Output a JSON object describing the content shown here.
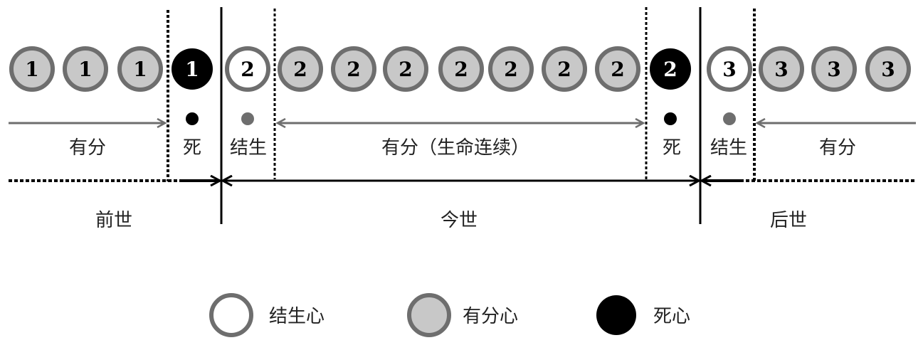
{
  "colors": {
    "bhavanga_fill": "#c8c8c8",
    "ring": "#6e6e6e",
    "death": "#000000",
    "rebirth_fill": "#ffffff",
    "arrow_gray": "#6e6e6e"
  },
  "moments": [
    {
      "num": "1",
      "type": "bhavanga"
    },
    {
      "num": "1",
      "type": "bhavanga"
    },
    {
      "num": "1",
      "type": "bhavanga"
    },
    {
      "num": "1",
      "type": "death"
    },
    {
      "num": "2",
      "type": "rebirth"
    },
    {
      "num": "2",
      "type": "bhavanga"
    },
    {
      "num": "2",
      "type": "bhavanga"
    },
    {
      "num": "2",
      "type": "bhavanga"
    },
    {
      "num": "2",
      "type": "bhavanga"
    },
    {
      "num": "2",
      "type": "bhavanga"
    },
    {
      "num": "2",
      "type": "bhavanga"
    },
    {
      "num": "2",
      "type": "bhavanga"
    },
    {
      "num": "2",
      "type": "death"
    },
    {
      "num": "3",
      "type": "rebirth"
    },
    {
      "num": "3",
      "type": "bhavanga"
    },
    {
      "num": "3",
      "type": "bhavanga"
    },
    {
      "num": "3",
      "type": "bhavanga"
    }
  ],
  "segment_labels": {
    "bhavanga_prev": "有分",
    "death_1": "死",
    "rebirth_2": "结生",
    "bhavanga_life": "有分（生命连续）",
    "death_2": "死",
    "rebirth_3": "结生",
    "bhavanga_next": "有分"
  },
  "life_labels": {
    "past": "前世",
    "present": "今世",
    "future": "后世"
  },
  "legend": [
    {
      "type": "rebirth",
      "label": "结生心"
    },
    {
      "type": "bhavanga",
      "label": "有分心"
    },
    {
      "type": "death",
      "label": "死心"
    }
  ]
}
